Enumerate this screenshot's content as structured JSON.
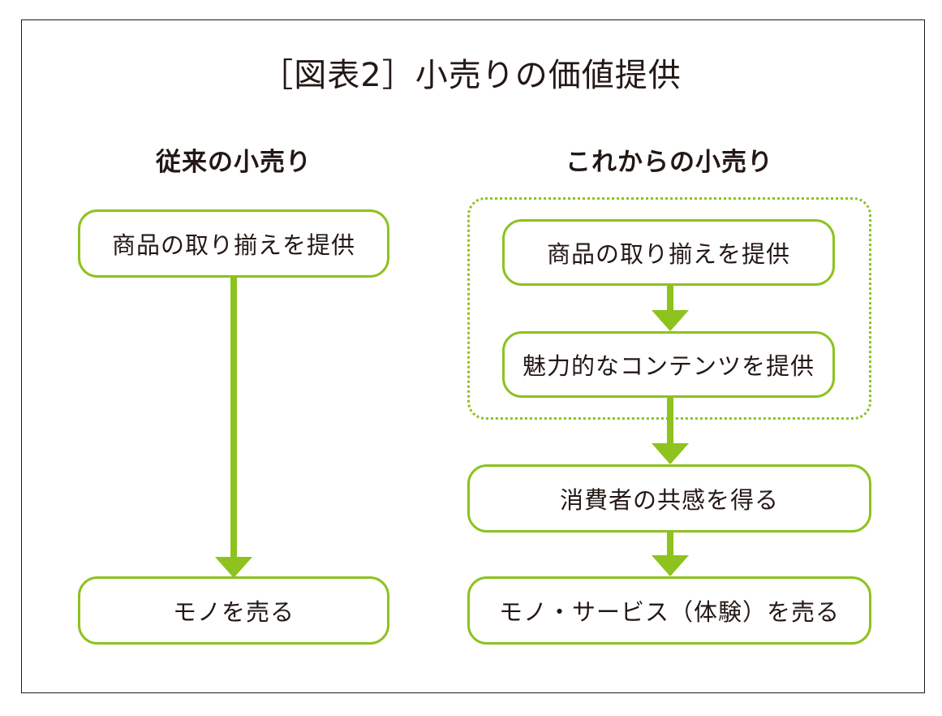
{
  "title": "［図表2］小売りの価値提供",
  "left": {
    "heading": "従来の小売り",
    "boxes": [
      "商品の取り揃えを提供",
      "モノを売る"
    ]
  },
  "right": {
    "heading": "これからの小売り",
    "boxes": [
      "商品の取り揃えを提供",
      "魅力的なコンテンツを提供",
      "消費者の共感を得る",
      "モノ・サービス（体験）を売る"
    ]
  },
  "colors": {
    "accent": "#8dc21f",
    "text": "#231815",
    "frame": "#231815"
  }
}
